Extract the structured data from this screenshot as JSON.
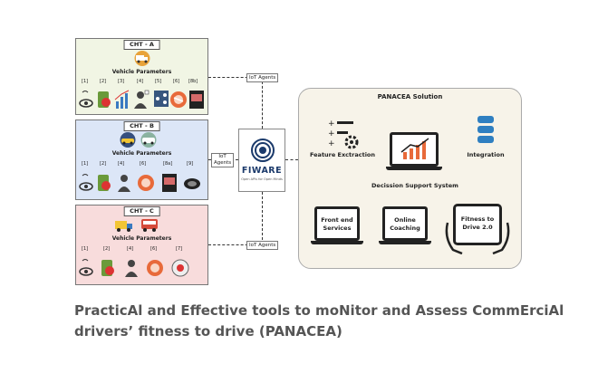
{
  "cht_a": {
    "tag": "CHT - A",
    "title": "Vehicle Parameters",
    "labels": [
      "[1]",
      "[2]",
      "[3]",
      "[4]",
      "[5]",
      "[6]",
      "[8b]"
    ]
  },
  "cht_b": {
    "tag": "CHT - B",
    "title": "Vehicle Parameters",
    "labels": [
      "[1]",
      "[2]",
      "[4]",
      "[6]",
      "[8a]",
      "[9]"
    ]
  },
  "cht_c": {
    "tag": "CHT - C",
    "title": "Vehicle Parameters",
    "labels": [
      "[1]",
      "[2]",
      "[4]",
      "[6]",
      "[7]"
    ]
  },
  "iot_agents": "IoT Agents",
  "iot_agents_mid": [
    "IoT",
    "Agents"
  ],
  "fiware": {
    "name": "FIWARE",
    "tagline": "Open APIs for Open Minds"
  },
  "panacea": {
    "title": "PANACEA Solution",
    "feature_extraction": "Feature Exctraction",
    "decision_support": "Decission Support System",
    "integration": "Integration",
    "front_end": [
      "Front end",
      "Services"
    ],
    "online_coaching": [
      "Online",
      "Coaching"
    ],
    "fitness": [
      "Fitness to",
      "Drive 2.0"
    ]
  },
  "caption": {
    "line1": "PracticAl and Effective tools to moNitor and Assess CommErciAl",
    "line2": "drivers’ fitness to drive (PANACEA)"
  },
  "colors": {
    "cht_a_bg": "#f1f5e4",
    "cht_b_bg": "#dce6f7",
    "cht_c_bg": "#f8dcdc",
    "accent_orange": "#e86a3a",
    "integration_blue": "#2f7fc1"
  }
}
